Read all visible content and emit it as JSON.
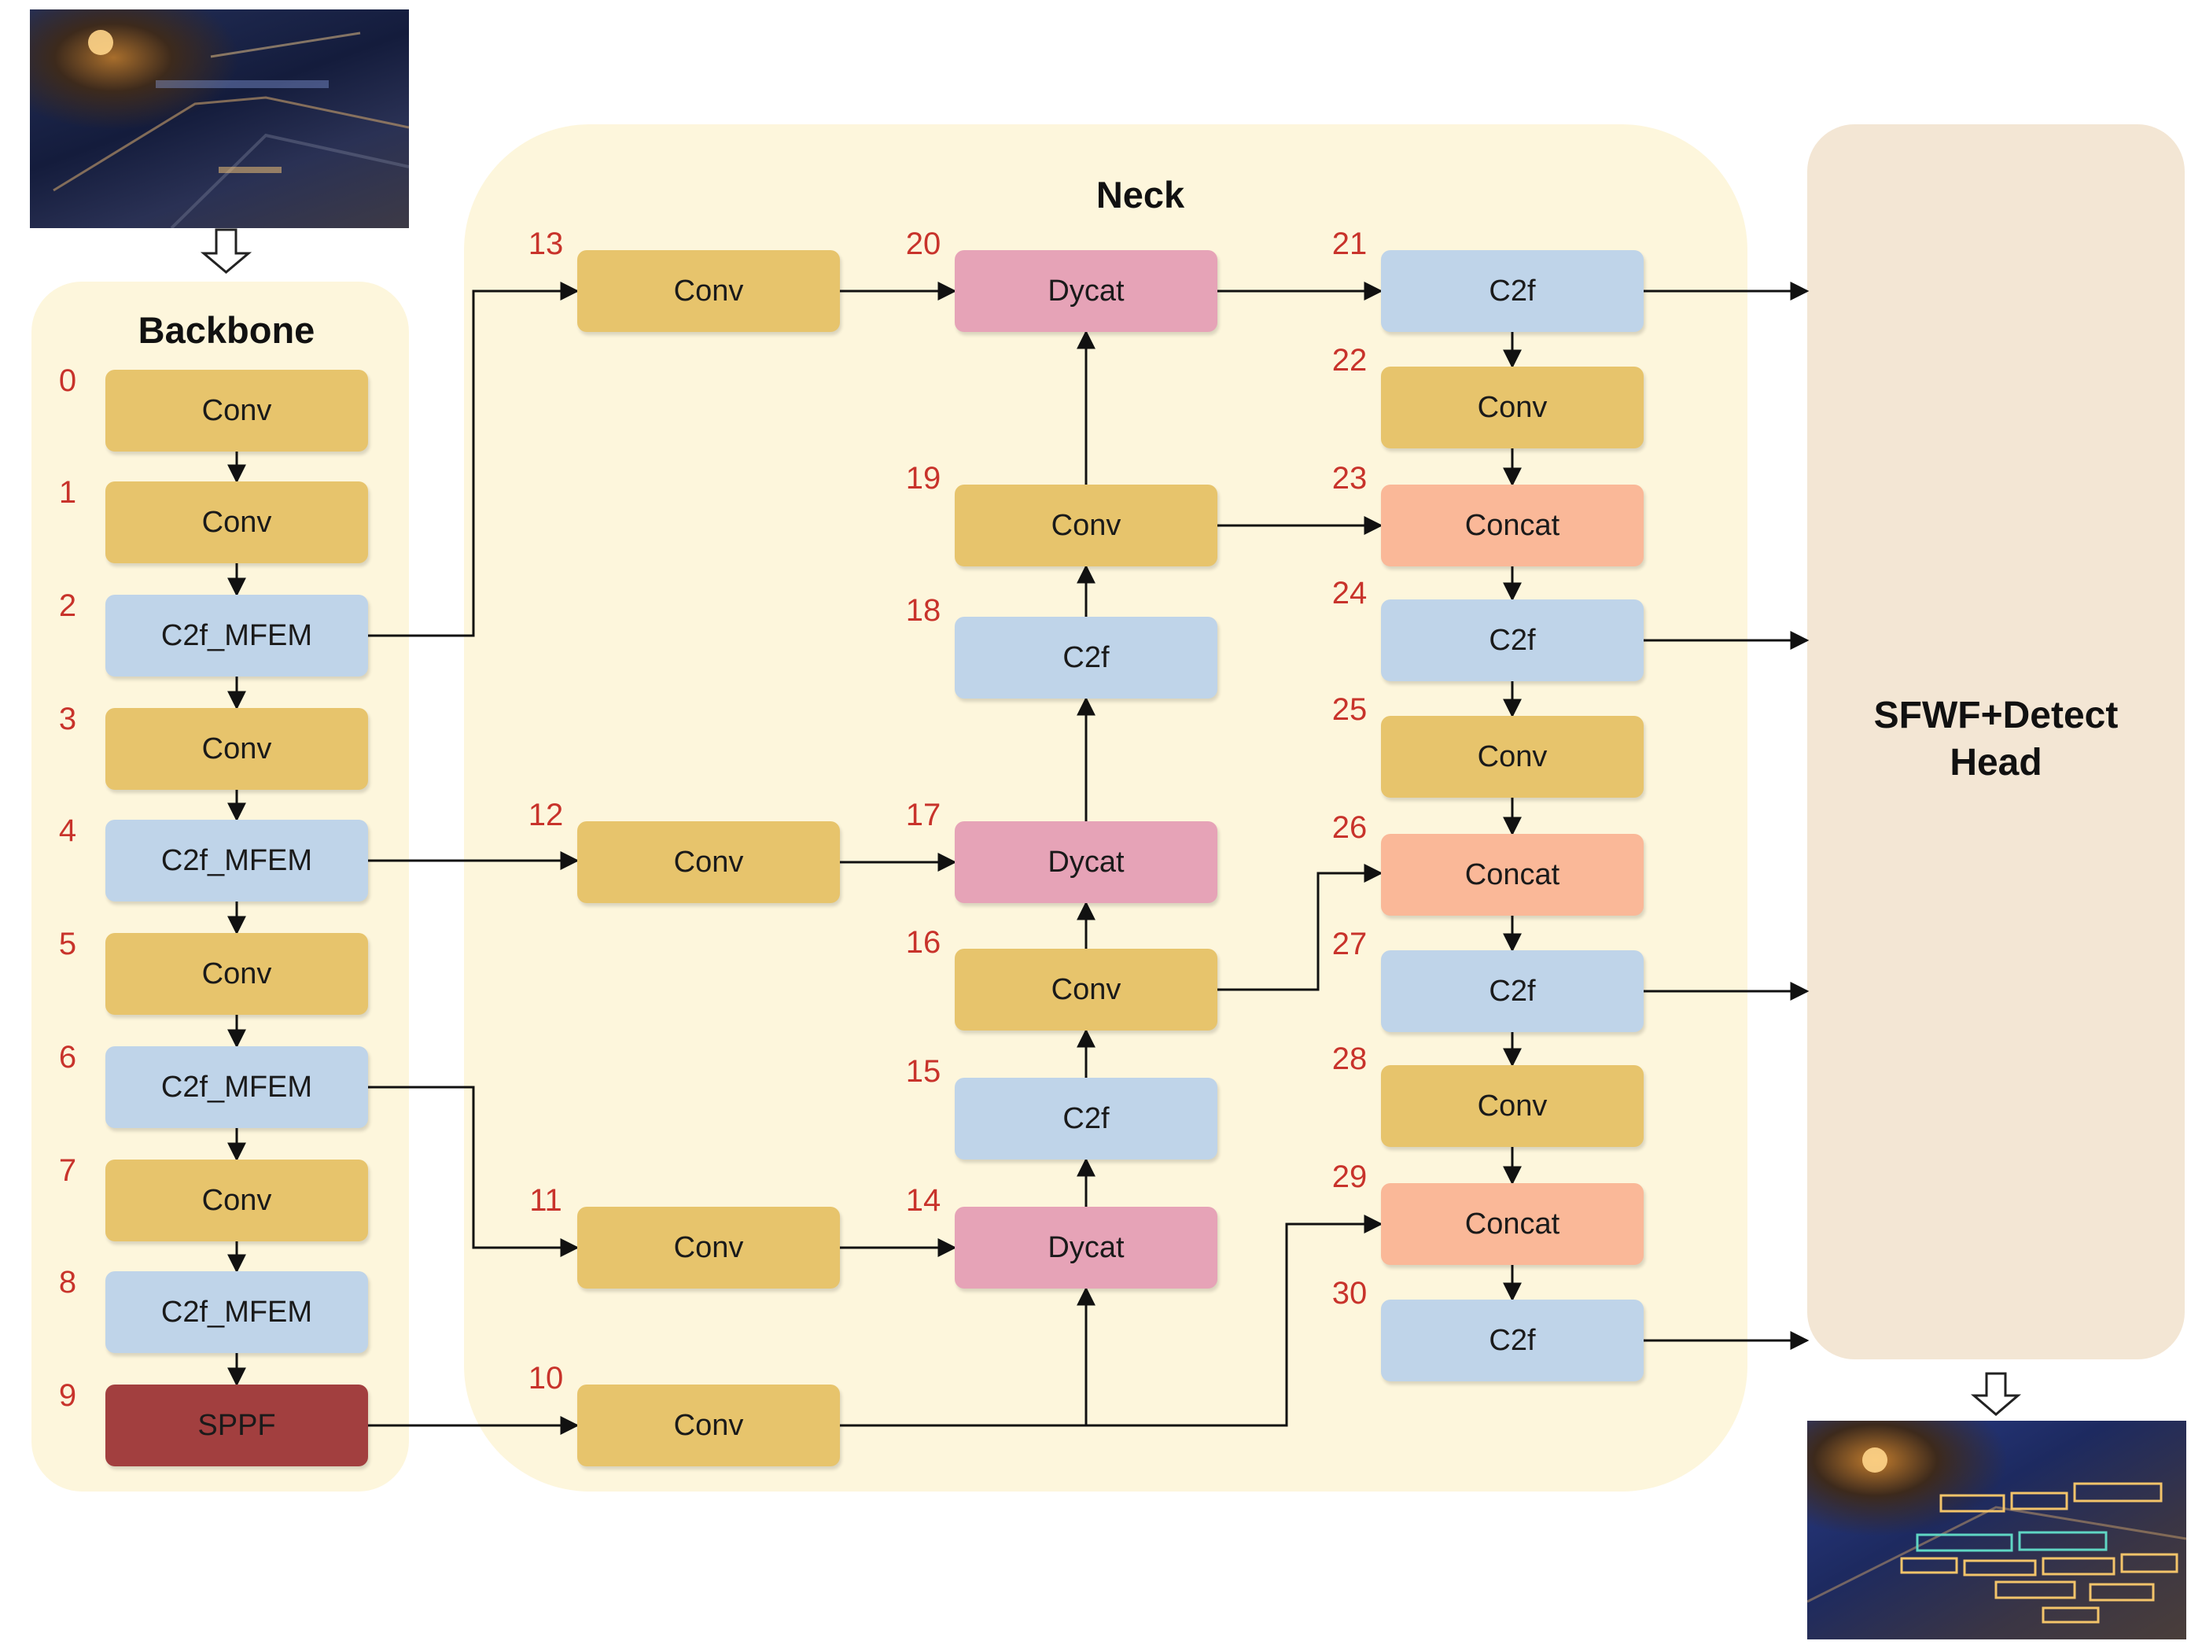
{
  "panels": {
    "backbone_title": "Backbone",
    "neck_title": "Neck",
    "head_title_line1": "SFWF+Detect",
    "head_title_line2": "Head"
  },
  "nodes": [
    {
      "id": "0",
      "label": "Conv",
      "type": "conv"
    },
    {
      "id": "1",
      "label": "Conv",
      "type": "conv"
    },
    {
      "id": "2",
      "label": "C2f_MFEM",
      "type": "c2f"
    },
    {
      "id": "3",
      "label": "Conv",
      "type": "conv"
    },
    {
      "id": "4",
      "label": "C2f_MFEM",
      "type": "c2f"
    },
    {
      "id": "5",
      "label": "Conv",
      "type": "conv"
    },
    {
      "id": "6",
      "label": "C2f_MFEM",
      "type": "c2f"
    },
    {
      "id": "7",
      "label": "Conv",
      "type": "conv"
    },
    {
      "id": "8",
      "label": "C2f_MFEM",
      "type": "c2f"
    },
    {
      "id": "9",
      "label": "SPPF",
      "type": "sppf"
    },
    {
      "id": "10",
      "label": "Conv",
      "type": "conv"
    },
    {
      "id": "11",
      "label": "Conv",
      "type": "conv"
    },
    {
      "id": "12",
      "label": "Conv",
      "type": "conv"
    },
    {
      "id": "13",
      "label": "Conv",
      "type": "conv"
    },
    {
      "id": "14",
      "label": "Dycat",
      "type": "dycat"
    },
    {
      "id": "15",
      "label": "C2f",
      "type": "c2f"
    },
    {
      "id": "16",
      "label": "Conv",
      "type": "conv"
    },
    {
      "id": "17",
      "label": "Dycat",
      "type": "dycat"
    },
    {
      "id": "18",
      "label": "C2f",
      "type": "c2f"
    },
    {
      "id": "19",
      "label": "Conv",
      "type": "conv"
    },
    {
      "id": "20",
      "label": "Dycat",
      "type": "dycat"
    },
    {
      "id": "21",
      "label": "C2f",
      "type": "c2f"
    },
    {
      "id": "22",
      "label": "Conv",
      "type": "conv"
    },
    {
      "id": "23",
      "label": "Concat",
      "type": "concat"
    },
    {
      "id": "24",
      "label": "C2f",
      "type": "c2f"
    },
    {
      "id": "25",
      "label": "Conv",
      "type": "conv"
    },
    {
      "id": "26",
      "label": "Concat",
      "type": "concat"
    },
    {
      "id": "27",
      "label": "C2f",
      "type": "c2f"
    },
    {
      "id": "28",
      "label": "Conv",
      "type": "conv"
    },
    {
      "id": "29",
      "label": "Concat",
      "type": "concat"
    },
    {
      "id": "30",
      "label": "C2f",
      "type": "c2f"
    }
  ],
  "edges": [
    [
      "0",
      "1"
    ],
    [
      "1",
      "2"
    ],
    [
      "2",
      "3"
    ],
    [
      "3",
      "4"
    ],
    [
      "4",
      "5"
    ],
    [
      "5",
      "6"
    ],
    [
      "6",
      "7"
    ],
    [
      "7",
      "8"
    ],
    [
      "8",
      "9"
    ],
    [
      "9",
      "10"
    ],
    [
      "6",
      "11"
    ],
    [
      "4",
      "12"
    ],
    [
      "2",
      "13"
    ],
    [
      "10",
      "14"
    ],
    [
      "11",
      "14"
    ],
    [
      "14",
      "15"
    ],
    [
      "15",
      "16"
    ],
    [
      "16",
      "17"
    ],
    [
      "12",
      "17"
    ],
    [
      "17",
      "18"
    ],
    [
      "18",
      "19"
    ],
    [
      "19",
      "20"
    ],
    [
      "13",
      "20"
    ],
    [
      "20",
      "21"
    ],
    [
      "21",
      "22"
    ],
    [
      "22",
      "23"
    ],
    [
      "19",
      "23"
    ],
    [
      "23",
      "24"
    ],
    [
      "24",
      "25"
    ],
    [
      "25",
      "26"
    ],
    [
      "16",
      "26"
    ],
    [
      "26",
      "27"
    ],
    [
      "27",
      "28"
    ],
    [
      "28",
      "29"
    ],
    [
      "10",
      "29"
    ],
    [
      "29",
      "30"
    ],
    [
      "21",
      "head"
    ],
    [
      "24",
      "head"
    ],
    [
      "27",
      "head"
    ],
    [
      "30",
      "head"
    ]
  ],
  "colors": {
    "conv": "#e7c46c",
    "c2f": "#bfd4e9",
    "dycat": "#e6a3b7",
    "concat": "#fab898",
    "sppf": "#a23f3f",
    "panel": "#fdf6dc",
    "head_panel": "#f3e6d4",
    "index_text": "#c8332b"
  },
  "images": {
    "input": "night-street-input-image",
    "output": "night-street-detection-result-image"
  }
}
